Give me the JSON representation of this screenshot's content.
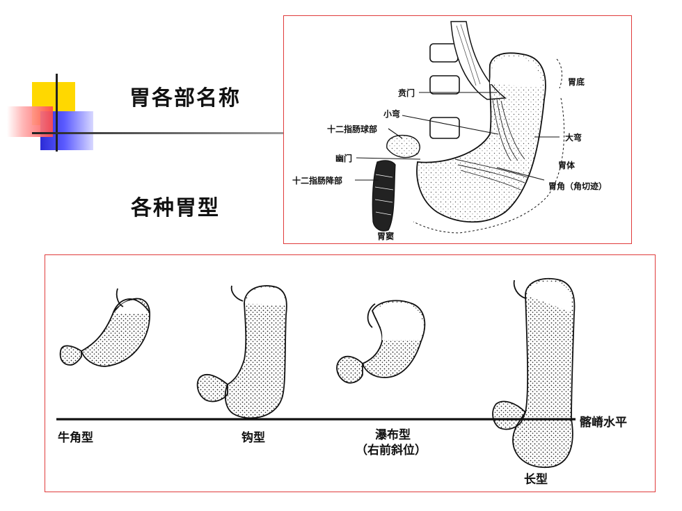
{
  "slide": {
    "title_parts": "胃各部名称",
    "title_types": "各种胃型"
  },
  "anatomy": {
    "labels": {
      "fundus": "胃底",
      "cardia": "贲门",
      "lesser_curvature": "小弯",
      "duodenal_bulb": "十二指肠球部",
      "greater_curvature": "大弯",
      "pylorus": "幽门",
      "body": "胃体",
      "descending_duodenum": "十二指肠降部",
      "angular_notch": "胃角（角切迹）",
      "antrum": "胃窦"
    }
  },
  "stomach_types": {
    "items": [
      {
        "key": "steer_horn",
        "label": "牛角型"
      },
      {
        "key": "hook",
        "label": "钩型"
      },
      {
        "key": "cascade",
        "label": "瀑布型",
        "sublabel": "（右前斜位）"
      },
      {
        "key": "long",
        "label": "长型"
      }
    ],
    "reference_line_label": "髂嵴水平"
  },
  "colors": {
    "panel_border": "#e03a3a",
    "deco_yellow": "#ffd800",
    "deco_blue": "#2b2bd6",
    "deco_red": "#ff4a4a",
    "title_rule": "#8a8a8a"
  }
}
